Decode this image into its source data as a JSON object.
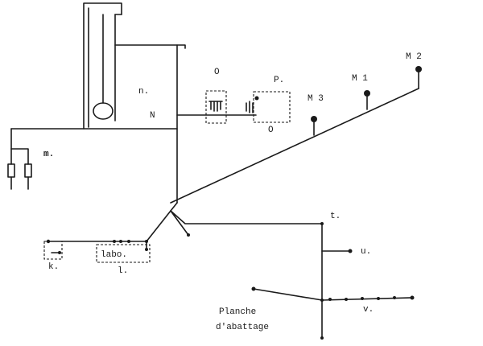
{
  "labels": {
    "m": "m.",
    "n_lower": "n.",
    "n_upper": "N",
    "o_top": "O",
    "p": "P.",
    "o_bottom": "O",
    "m3": "M 3",
    "m1": "M 1",
    "m2": "M 2",
    "t": "t.",
    "u": "u.",
    "v": "v.",
    "k": "k.",
    "labo": "labo.",
    "l": "l.",
    "planche_line1": "Planche",
    "planche_line2": "d'abattage"
  }
}
